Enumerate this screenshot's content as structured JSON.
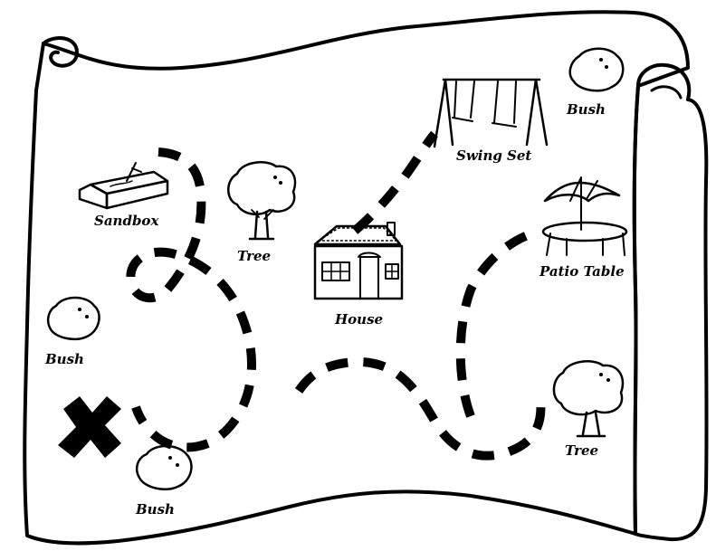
{
  "map": {
    "ink_color": "#000000",
    "paper_color": "#ffffff",
    "landmarks": {
      "sandbox": {
        "label": "Sandbox",
        "icon": "sandbox-icon"
      },
      "tree_top": {
        "label": "Tree",
        "icon": "tree-icon"
      },
      "house": {
        "label": "House",
        "icon": "house-icon"
      },
      "swing_set": {
        "label": "Swing Set",
        "icon": "swing-set-icon"
      },
      "bush_top_right": {
        "label": "Bush",
        "icon": "bush-icon"
      },
      "patio_table": {
        "label": "Patio Table",
        "icon": "patio-table-icon"
      },
      "bush_left": {
        "label": "Bush",
        "icon": "bush-icon"
      },
      "tree_bottom_right": {
        "label": "Tree",
        "icon": "tree-icon"
      },
      "bush_bottom": {
        "label": "Bush",
        "icon": "bush-icon"
      }
    },
    "treasure_marker": {
      "icon": "x-mark-icon"
    },
    "trail": {
      "icon": "dashed-trail"
    }
  }
}
